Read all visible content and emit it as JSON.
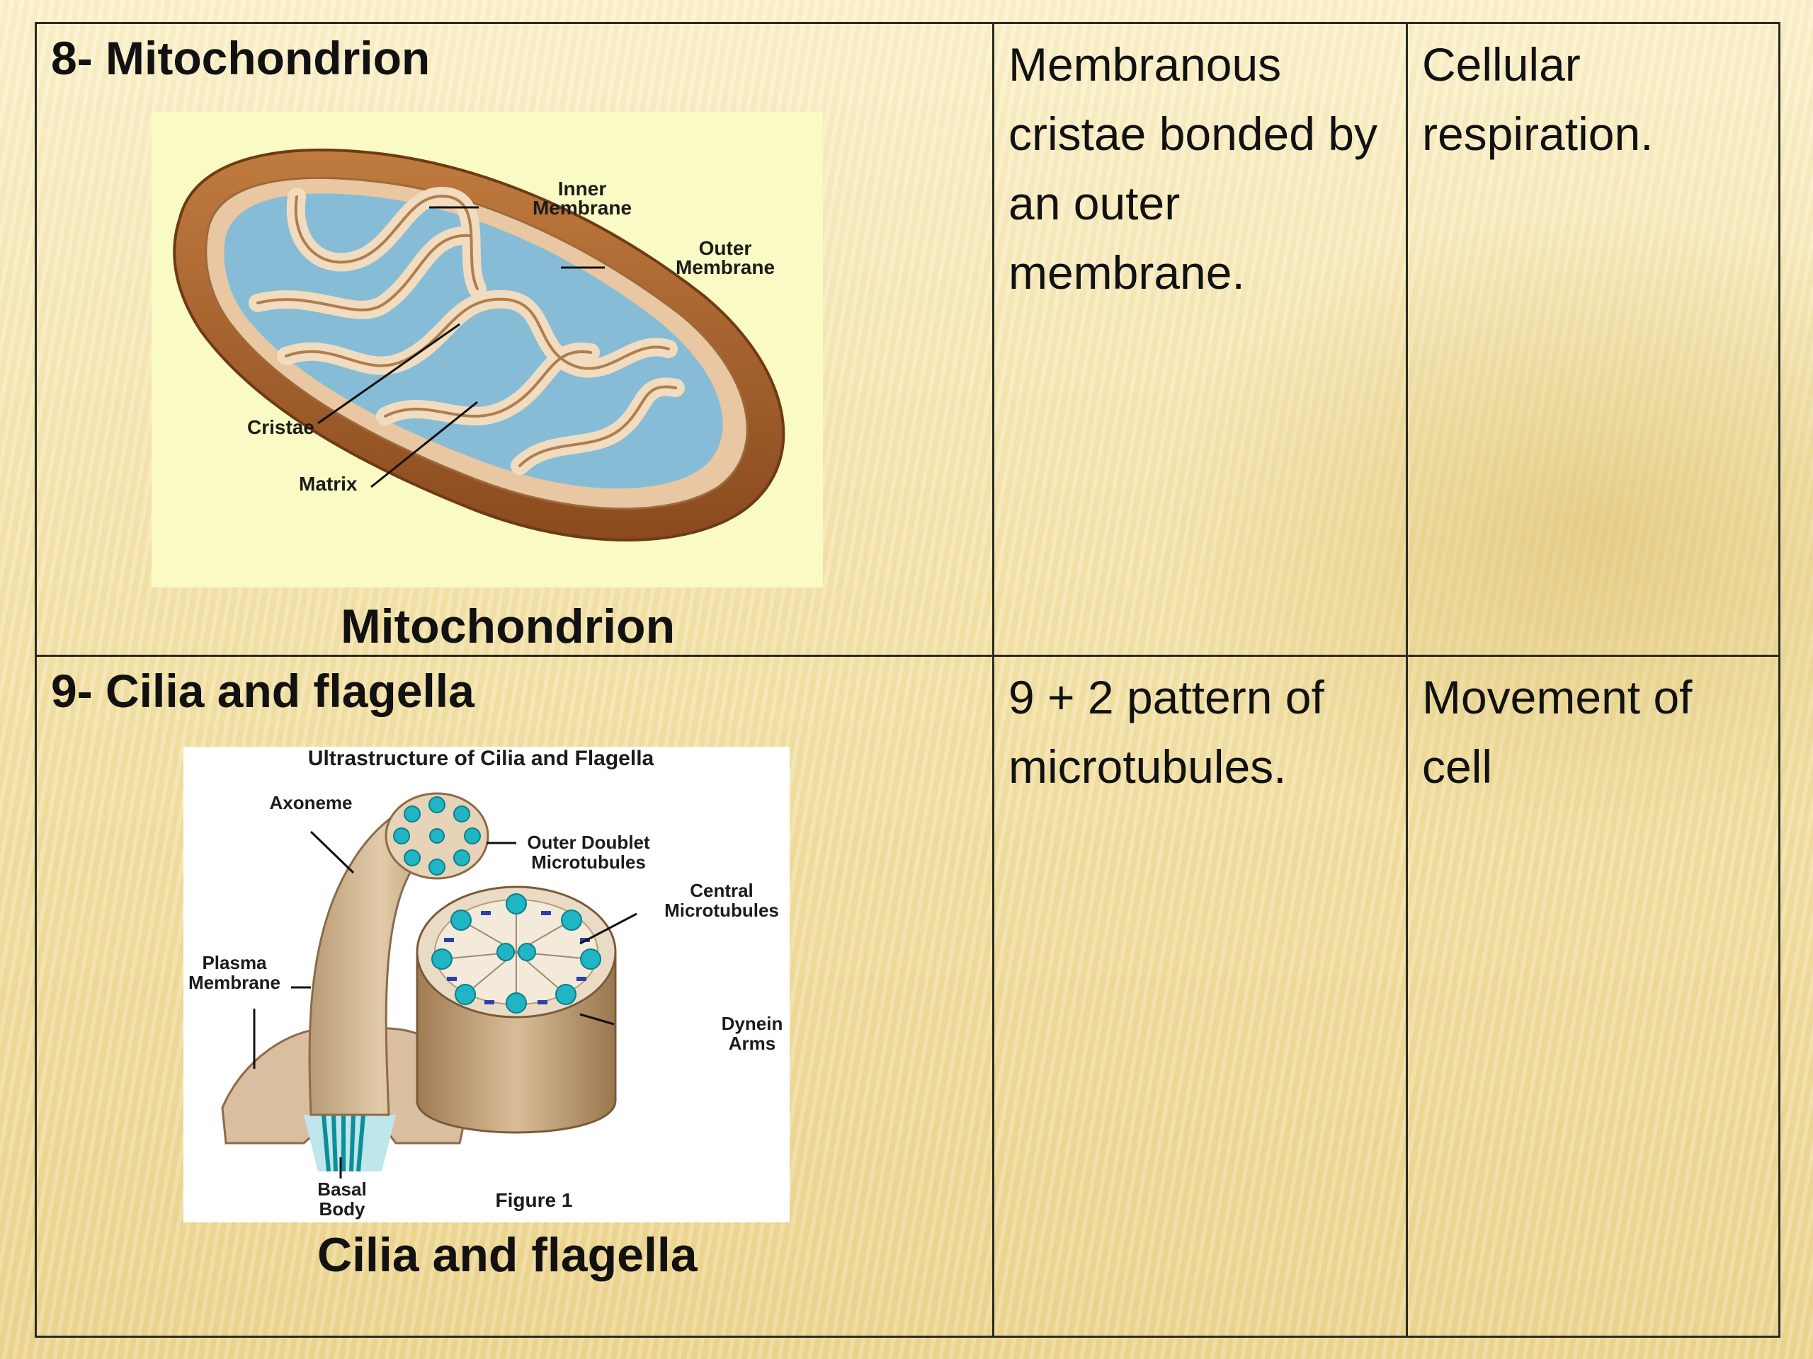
{
  "rows": [
    {
      "title": "8- Mitochondrion",
      "structure": "Membranous cristae bonded by an outer membrane.",
      "function": "Cellular respiration.",
      "caption": "Mitochondrion",
      "figure": {
        "labels": {
          "inner_membrane_1": "Inner",
          "inner_membrane_2": "Membrane",
          "outer_membrane_1": "Outer",
          "outer_membrane_2": "Membrane",
          "cristae": "Cristae",
          "matrix": "Matrix"
        }
      }
    },
    {
      "title": "9- Cilia and flagella",
      "structure": "9 + 2 pattern of microtubules.",
      "function": "Movement of cell",
      "caption": "Cilia and flagella",
      "figure": {
        "labels": {
          "title": "Ultrastructure of Cilia and Flagella",
          "axoneme": "Axoneme",
          "outer_doublet_1": "Outer Doublet",
          "outer_doublet_2": "Microtubules",
          "central_1": "Central",
          "central_2": "Microtubules",
          "plasma_1": "Plasma",
          "plasma_2": "Membrane",
          "dynein_1": "Dynein",
          "dynein_2": "Arms",
          "basal_1": "Basal",
          "basal_2": "Body",
          "figure": "Figure 1"
        }
      }
    }
  ],
  "colors": {
    "table_border": "#2a2a22",
    "text": "#111111",
    "matrix_blue": "#7fb6cf",
    "membrane_brown": "#a9622b",
    "microtubule_cyan": "#1fb5c4"
  }
}
